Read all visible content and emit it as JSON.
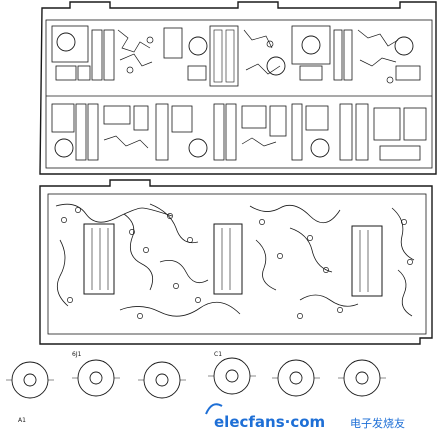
{
  "watermark": {
    "site": "elecfans",
    "dot": "·",
    "suffix": "com",
    "cn": "电子发烧友",
    "brand_color": "#1e6fd6"
  },
  "small_labels": {
    "tube_socket": "6J1",
    "pad": "C1",
    "corner_left": "A1"
  }
}
